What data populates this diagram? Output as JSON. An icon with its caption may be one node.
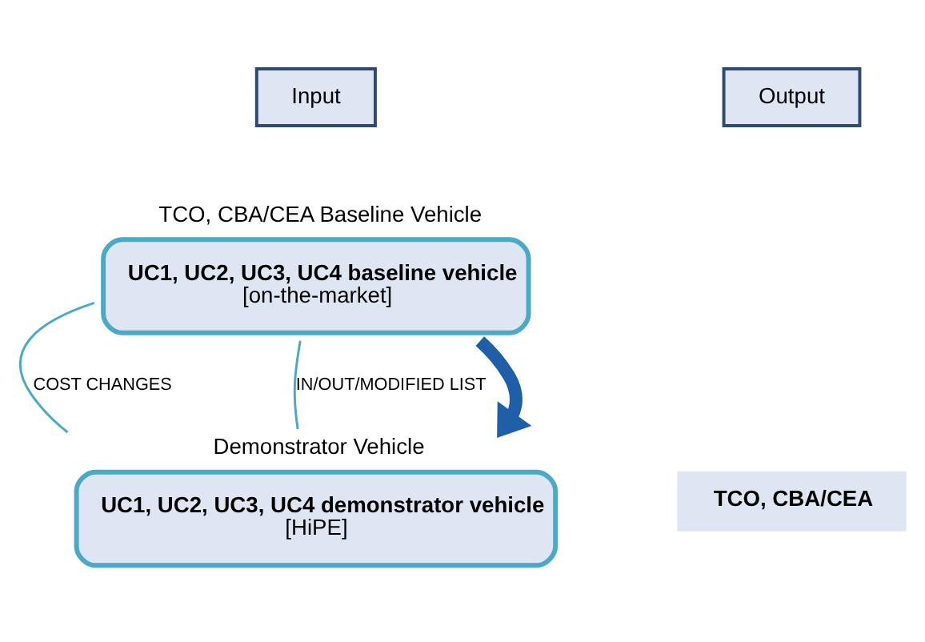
{
  "diagram": {
    "nodes": [
      {
        "text": [
          "Input"
        ]
      },
      {
        "text": [
          "Output"
        ]
      },
      {
        "text": [
          "TCO, CBA/CEA Baseline Vehicle",
          "UC1, UC2, UC3, UC4 baseline vehicle",
          "[on-the-market]"
        ]
      },
      {
        "text": [
          "TCO, CBA/CEA"
        ]
      },
      {
        "text": [
          "Demonstrator Vehicle",
          "UC1, UC2, UC3, UC4 demonstrator vehicle",
          "[HiPE]"
        ]
      }
    ],
    "edges": [
      {
        "from": 2,
        "to": 4,
        "arrow": "none",
        "label": "COST CHANGES"
      },
      {
        "from": 2,
        "to": 4,
        "arrow": "none",
        "label": "IN/OUT/MODIFIED LIST"
      },
      {
        "from": 2,
        "to": 4,
        "arrow": "to",
        "style": "thick",
        "color": "#1f5fa8"
      }
    ]
  }
}
